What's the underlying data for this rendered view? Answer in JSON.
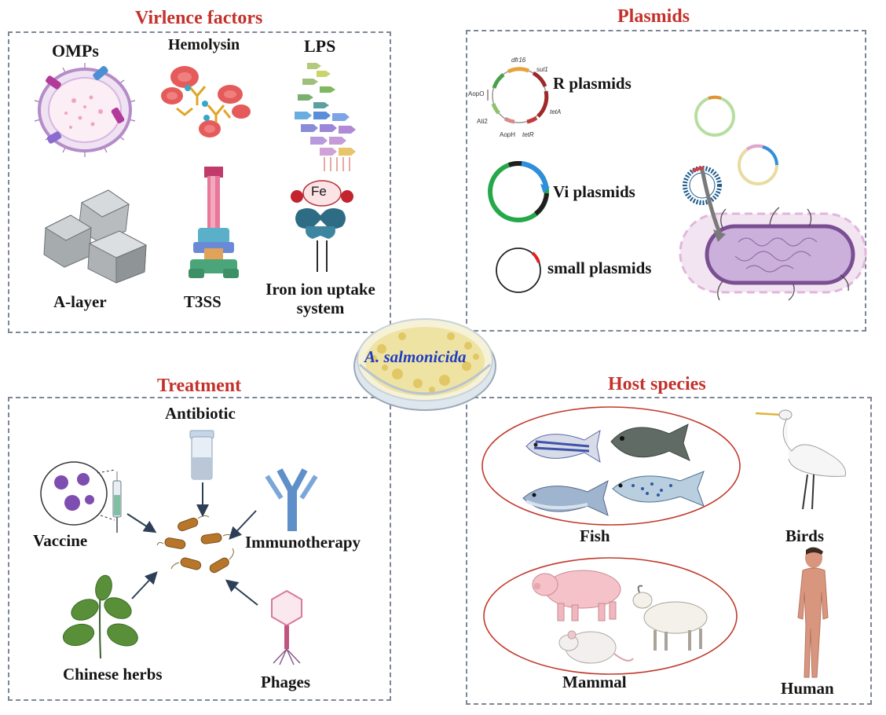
{
  "center": {
    "organism": "A. salmonicida"
  },
  "virulence": {
    "heading": "Virlence factors",
    "items": {
      "omps": "OMPs",
      "hemolysin": "Hemolysin",
      "lps": "LPS",
      "alayer": "A-layer",
      "t3ss": "T3SS",
      "iron_line1": "Iron ion uptake",
      "iron_line2": "system",
      "fe": "Fe"
    }
  },
  "plasmids": {
    "heading": "Plasmids",
    "r": "R plasmids",
    "vi": "Vi plasmids",
    "small": "small plasmids",
    "genes": {
      "dfr16": "dfr16",
      "sul1": "sul1",
      "aopo": "AopO",
      "tetA": "tetA",
      "ati2": "Ati2",
      "aoph": "AopH",
      "tetR": "tetR"
    }
  },
  "treatment": {
    "heading": "Treatment",
    "antibiotic": "Antibiotic",
    "vaccine": "Vaccine",
    "immunotherapy": "Immunotherapy",
    "herbs": "Chinese herbs",
    "phages": "Phages"
  },
  "hosts": {
    "heading": "Host species",
    "fish": "Fish",
    "birds": "Birds",
    "mammal": "Mammal",
    "human": "Human"
  },
  "colors": {
    "heading_red": "#c4312b",
    "dashed_border": "#7d8797",
    "organism_blue": "#1f3cc4",
    "ellipse_red": "#c0392b"
  }
}
